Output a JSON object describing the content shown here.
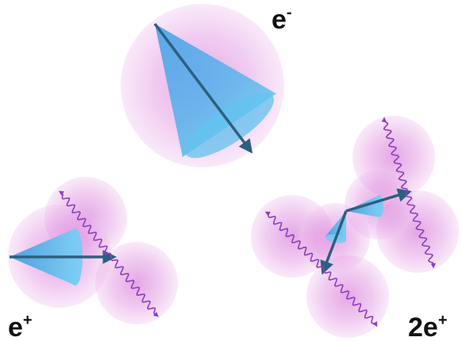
{
  "labels": {
    "electron": {
      "base": "e",
      "sup": "-"
    },
    "positron": {
      "base": "e",
      "sup": "+"
    },
    "double_positron": {
      "base": "2e",
      "sup": "+"
    }
  },
  "colors": {
    "sphere_pink": "#d65ed6",
    "cone_blue": "#46b4ee",
    "arrow": "#2e5f7f",
    "photon": "#8a3fbf",
    "text": "#111111"
  },
  "icons": {
    "cone": "cone-glyph",
    "arrow": "arrow-glyph",
    "photon": "wavy-arrow-glyph"
  }
}
